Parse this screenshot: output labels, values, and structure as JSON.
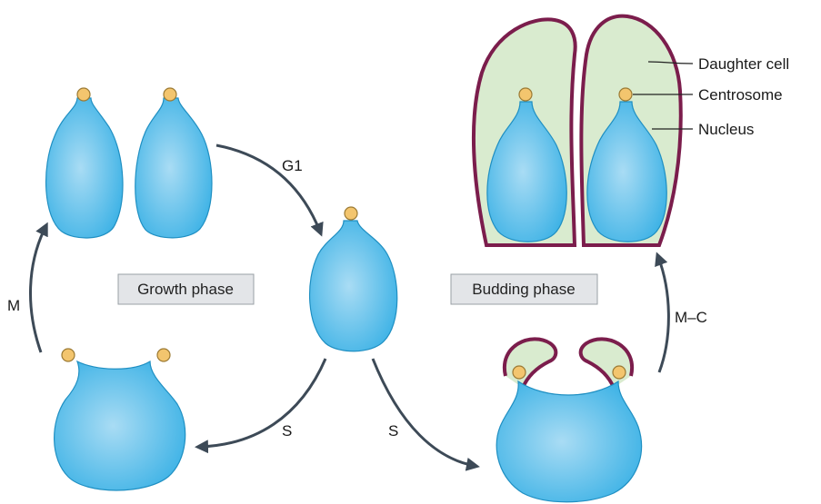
{
  "labels": {
    "daughter_cell": "Daughter cell",
    "centrosome": "Centrosome",
    "nucleus": "Nucleus",
    "g1": "G1",
    "m": "M",
    "s_left": "S",
    "s_right": "S",
    "m_c": "M–C"
  },
  "phases": {
    "growth": "Growth phase",
    "budding": "Budding phase"
  },
  "colors": {
    "nucleus": "#3fb3e6",
    "nucleus_highlight": "#a9dcf4",
    "centrosome": "#f3c56e",
    "daughter_cell_fill": "#d9ebcf",
    "daughter_cell_outline": "#7b1d4c",
    "arrow": "#3d4a57"
  }
}
